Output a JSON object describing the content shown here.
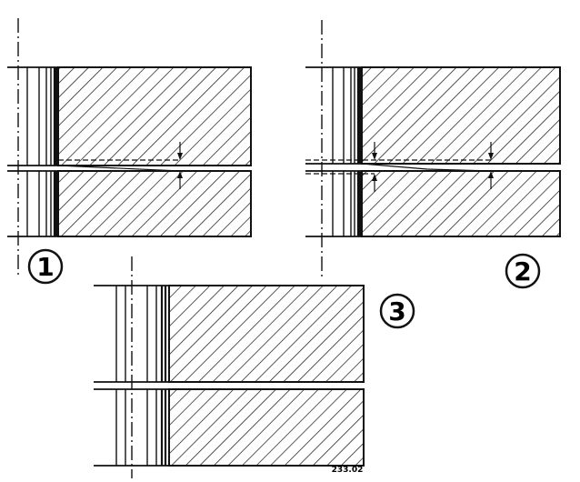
{
  "figures": [
    {
      "label": "1"
    },
    {
      "label": "2"
    },
    {
      "label": "3"
    }
  ],
  "drawing_number": "233.02",
  "colors": {
    "ink": "#111111",
    "paper": "#ffffff"
  }
}
